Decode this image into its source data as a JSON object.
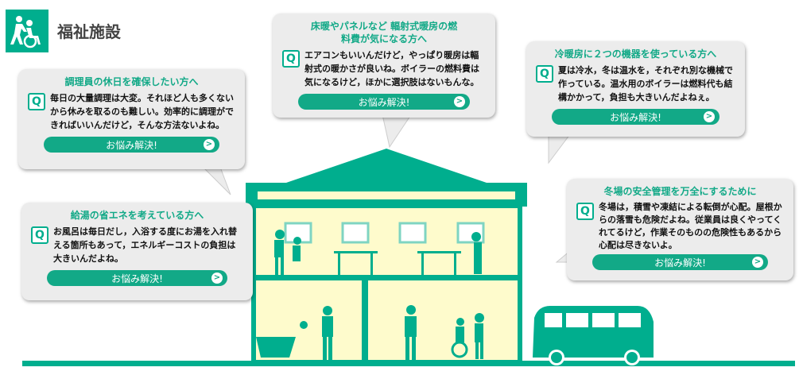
{
  "header": {
    "title": "福祉施設",
    "icon": "caregiver-wheelchair-icon"
  },
  "bubbles": [
    {
      "title": "調理員の休日を確保したい方へ",
      "q": "Q",
      "text": "毎日の大量調理は大変。それほど人も多くないから休みを取るのも難しい。効率的に調理ができればいいんだけど，そんな方法ないよね。",
      "button": "お悩み解決!"
    },
    {
      "title": "床暖やパネルなど 輻射式暖房の燃料費が気になる方へ",
      "q": "Q",
      "text": "エアコンもいいんだけど，やっぱり暖房は輻射式の暖かさが良いね。ボイラーの燃料費は気になるけど，ほかに選択肢はないもんな。",
      "button": "お悩み解決!"
    },
    {
      "title": "冷暖房に２つの機器を使っている方へ",
      "q": "Q",
      "text": "夏は冷水，冬は温水を，それぞれ別な機械で作っている。温水用のボイラーは燃料代も結構かかって，負担も大きいんだよねぇ。",
      "button": "お悩み解決!"
    },
    {
      "title": "給湯の省エネを考えている方へ",
      "q": "Q",
      "text": "お風呂は毎日だし，入浴する度にお湯を入れ替える箇所もあって，エネルギーコストの負担は大きいんだよね。",
      "button": "お悩み解決!"
    },
    {
      "title": "冬場の安全管理を万全にするために",
      "q": "Q",
      "text": "冬場は，積雪や凍結による転倒が心配。屋根からの落雪も危険だよね。従業員は良くやってくれてるけど，作業そのものの危険性もあるから心配は尽きないよ。",
      "button": "お悩み解決!"
    }
  ],
  "colors": {
    "accent": "#00ae8e",
    "wall": "#fefbcc",
    "bubble": "#ececec"
  }
}
